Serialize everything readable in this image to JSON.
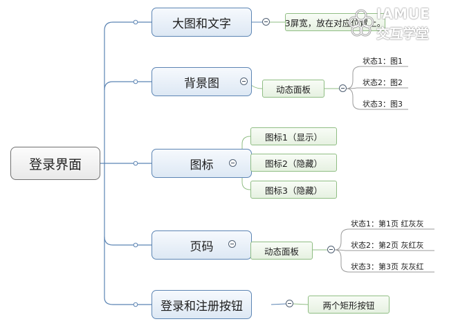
{
  "root": {
    "label": "登录界面"
  },
  "branches": [
    {
      "label": "大图和文字",
      "children": [
        {
          "label": "3屏宽，放在对应位置上。"
        }
      ]
    },
    {
      "label": "背景图",
      "children": [
        {
          "label": "动态面板",
          "children": [
            {
              "label": "状态1：图1"
            },
            {
              "label": "状态2：图2"
            },
            {
              "label": "状态3：图3"
            }
          ]
        }
      ]
    },
    {
      "label": "图标",
      "children": [
        {
          "label": "图标1（显示）"
        },
        {
          "label": "图标2（隐藏）"
        },
        {
          "label": "图标3（隐藏）"
        }
      ]
    },
    {
      "label": "页码",
      "children": [
        {
          "label": "动态面板",
          "children": [
            {
              "label": "状态1：第1页 红灰灰"
            },
            {
              "label": "状态2：第2页 灰红灰"
            },
            {
              "label": "状态3：第3页 灰灰红"
            }
          ]
        }
      ]
    },
    {
      "label": "登录和注册按钮",
      "children": [
        {
          "label": "两个矩形按钮"
        }
      ]
    }
  ],
  "watermark": {
    "line1": "IAMUE",
    "line2": "交互学堂"
  },
  "colors": {
    "trunk": "#5b84b3",
    "sub_link": "#8fbd83",
    "leaf_link": "#9a9a9a"
  }
}
